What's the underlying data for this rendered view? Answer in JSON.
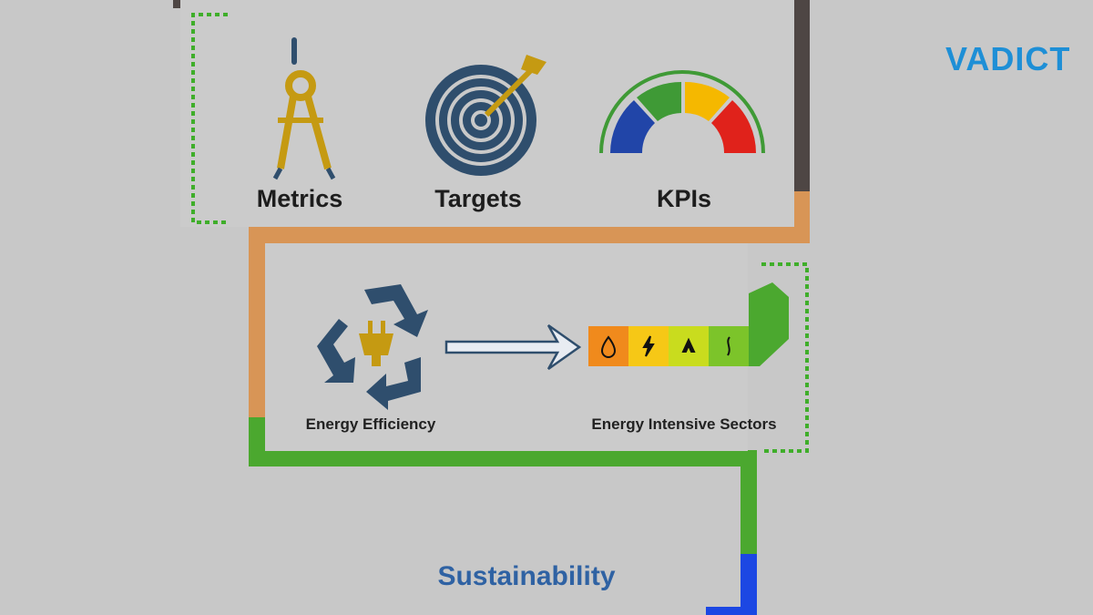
{
  "brand": {
    "logo_text": "VADICT",
    "logo_color": "#1e8fd6"
  },
  "section1": {
    "items": [
      {
        "label": "Metrics",
        "icon": "compass-icon"
      },
      {
        "label": "Targets",
        "icon": "target-icon"
      },
      {
        "label": "KPIs",
        "icon": "gauge-icon"
      }
    ]
  },
  "section2": {
    "left_label": "Energy Efficiency",
    "left_icon": "recycle-plug-icon",
    "arrow_icon": "right-arrow-icon",
    "right_label": "Energy Intensive Sectors",
    "energy_bar_segments": [
      {
        "icon": "drop-icon",
        "color": "#f08a1c"
      },
      {
        "icon": "bolt-icon",
        "color": "#f6c816"
      },
      {
        "icon": "flame-icon",
        "color": "#c9dc1e"
      },
      {
        "icon": "wave-icon",
        "color": "#7cc42a"
      }
    ]
  },
  "footer": {
    "title": "Sustainability"
  },
  "colors": {
    "path_dark": "#4e4644",
    "path_orange": "#d89556",
    "path_green": "#4ba82f",
    "path_blue": "#1c47e3",
    "bracket_green": "#3fae2a",
    "gauge": [
      "#2145a8",
      "#3f9a36",
      "#f5b800",
      "#e0221b"
    ],
    "accent_gold": "#c59a12",
    "icon_navy": "#2f4e6d"
  }
}
